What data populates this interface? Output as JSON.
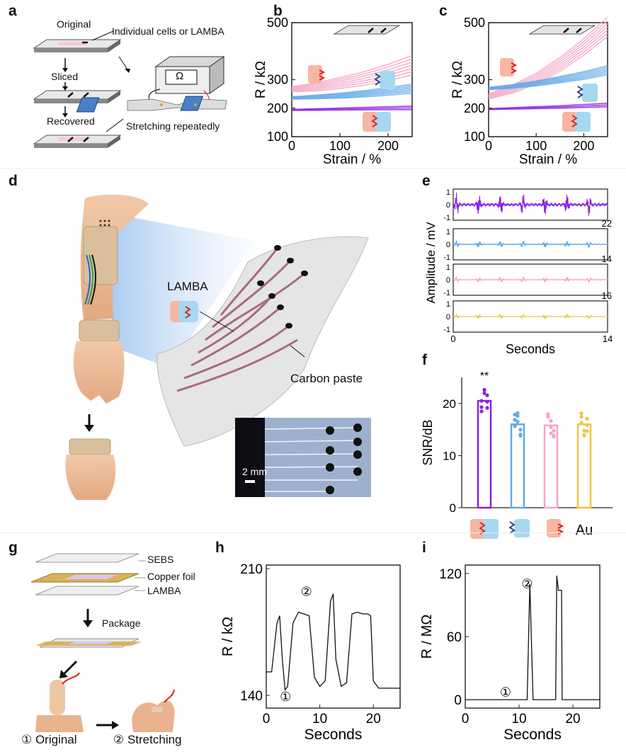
{
  "figure": {
    "panel_labels": [
      "a",
      "b",
      "c",
      "d",
      "e",
      "f",
      "g",
      "h",
      "i"
    ]
  },
  "panel_a": {
    "original": "Original",
    "sliced": "Sliced",
    "recovered": "Recovered",
    "cells_note": "Individual cells or LAMBA",
    "stretching": "Stretching repeatedly",
    "ohm": "Ω"
  },
  "panel_d": {
    "lamba": "LAMBA",
    "carbon_paste": "Carbon paste",
    "scale": "2 mm"
  },
  "panel_g": {
    "sebs": "SEBS",
    "copper": "Copper foil",
    "lamba": "LAMBA",
    "package": "Package",
    "original": "① Original",
    "stretching": "② Stretching"
  },
  "chart_data": [
    {
      "panel": "b",
      "type": "line",
      "xlabel": "Strain / %",
      "ylabel": "R / kΩ",
      "xlim": [
        0,
        250
      ],
      "ylim": [
        100,
        500
      ],
      "xticks": [
        "0",
        "100",
        "200"
      ],
      "yticks": [
        "500",
        "300",
        "200",
        "100"
      ],
      "series": [
        {
          "color": "#f4a6c8",
          "x": [
            0,
            50,
            100,
            150,
            200,
            250
          ],
          "y": [
            265,
            272,
            285,
            300,
            320,
            345
          ]
        },
        {
          "color": "#63a9e6",
          "x": [
            0,
            50,
            100,
            150,
            200,
            250
          ],
          "y": [
            235,
            238,
            242,
            248,
            256,
            265
          ]
        },
        {
          "color": "#8b20e0",
          "x": [
            0,
            50,
            100,
            150,
            200,
            250
          ],
          "y": [
            193,
            194,
            195,
            196,
            197,
            198
          ]
        }
      ]
    },
    {
      "panel": "c",
      "type": "line",
      "xlabel": "Strain / %",
      "ylabel": "R / kΩ",
      "xlim": [
        0,
        250
      ],
      "ylim": [
        100,
        500
      ],
      "xticks": [
        "0",
        "100",
        "200"
      ],
      "yticks": [
        "500",
        "300",
        "200",
        "100"
      ],
      "series": [
        {
          "color": "#f4a6c8",
          "x": [
            0,
            50,
            100,
            150,
            200,
            250
          ],
          "y": [
            240,
            265,
            300,
            350,
            410,
            480
          ]
        },
        {
          "color": "#63a9e6",
          "x": [
            0,
            50,
            100,
            150,
            200,
            250
          ],
          "y": [
            268,
            275,
            285,
            298,
            312,
            330
          ]
        },
        {
          "color": "#8b20e0",
          "x": [
            0,
            50,
            100,
            150,
            200,
            250
          ],
          "y": [
            196,
            198,
            200,
            202,
            205,
            208
          ]
        }
      ]
    },
    {
      "panel": "e",
      "type": "line",
      "xlabel": "Seconds",
      "ylabel": "Amplitude / mV",
      "xlim": [
        0,
        14
      ],
      "ylim": [
        -1,
        1
      ],
      "xticks": [
        "0",
        "14"
      ],
      "yticks": [
        "1",
        "0",
        "-1"
      ],
      "tracks": [
        {
          "color": "#8b20e0",
          "amp": 0.9,
          "right_label": ""
        },
        {
          "color": "#63a9e6",
          "amp": 0.3,
          "right_label": "22"
        },
        {
          "color": "#f4a6c8",
          "amp": 0.25,
          "right_label": "14"
        },
        {
          "color": "#f2c543",
          "amp": 0.2,
          "right_label": "16"
        }
      ]
    },
    {
      "panel": "f",
      "type": "bar",
      "ylabel": "SNR/dB",
      "ylim": [
        0,
        25
      ],
      "yticks": [
        "20",
        "10",
        "0"
      ],
      "annotation": "**",
      "last_label": "Au",
      "values": [
        20.5,
        16,
        15.8,
        16
      ],
      "colors": [
        "#8b20e0",
        "#63a9e6",
        "#f4a6c8",
        "#f2c543"
      ]
    },
    {
      "panel": "h",
      "type": "line",
      "xlabel": "Seconds",
      "ylabel": "R / kΩ",
      "xlim": [
        0,
        25
      ],
      "ylim": [
        133,
        212
      ],
      "xticks": [
        "0",
        "10",
        "20"
      ],
      "yticks": [
        "210",
        "140"
      ],
      "markers": [
        "①",
        "②"
      ],
      "x": [
        0,
        1,
        2,
        2.5,
        3,
        3.5,
        4,
        5,
        6,
        7,
        8,
        9,
        10,
        11,
        12,
        12.5,
        13,
        14,
        15,
        16,
        17,
        18,
        19,
        19.5,
        20,
        21,
        22,
        23,
        24,
        25
      ],
      "y": [
        153,
        153,
        180,
        184,
        160,
        143,
        145,
        180,
        186,
        185,
        184,
        150,
        145,
        148,
        192,
        196,
        160,
        145,
        147,
        185,
        186,
        185,
        185,
        184,
        148,
        144,
        144,
        144,
        144,
        144
      ]
    },
    {
      "panel": "i",
      "type": "line",
      "xlabel": "Seconds",
      "ylabel": "R / MΩ",
      "xlim": [
        0,
        25
      ],
      "ylim": [
        -8,
        128
      ],
      "xticks": [
        "0",
        "10",
        "20"
      ],
      "yticks": [
        "120",
        "60",
        "0"
      ],
      "markers": [
        "①",
        "②"
      ],
      "x": [
        0,
        4,
        11.5,
        12,
        12.6,
        13,
        16.8,
        17,
        17.3,
        17.9,
        18,
        25
      ],
      "y": [
        0,
        0,
        0,
        110,
        0,
        0,
        0,
        118,
        104,
        104,
        0,
        0
      ]
    }
  ]
}
